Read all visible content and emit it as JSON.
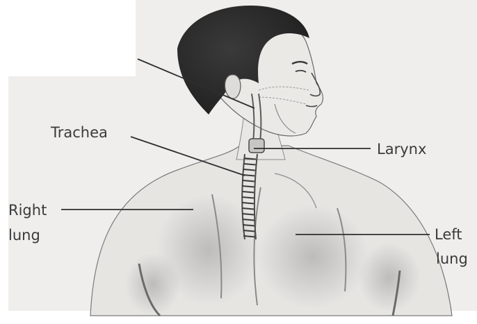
{
  "labels": {
    "trachea": "Trachea",
    "larynx": "Larynx",
    "right_lung_line1": "Right",
    "right_lung_line2": "lung",
    "left_lung_line1": "Left",
    "left_lung_line2": "lung"
  },
  "colors": {
    "page_background": "#ffffff",
    "figure_background": "#efeeec",
    "hair": "#2b2b2b",
    "ink": "#3a3a3a",
    "shading": "#8a8a8a"
  }
}
